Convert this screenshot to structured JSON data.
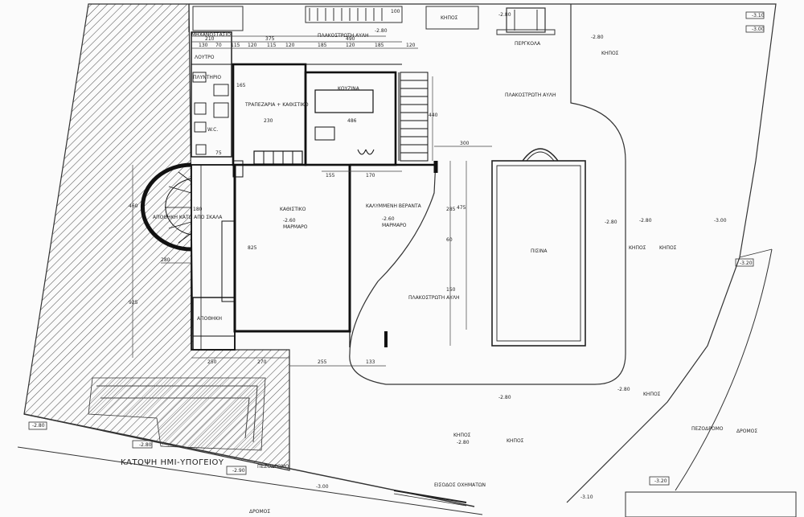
{
  "drawing": {
    "title": "ΚΑΤΟΨΗ ΗΜΙ-ΥΠΟΓΕΙΟΥ",
    "rooms": {
      "kitchen": "ΚΟΥΖΙΝΑ",
      "dining": "ΤΡΑΠΕΖΑΡΙΑ + ΚΑΘΙΣΤΙΚΟ",
      "living": "ΚΑΘΙΣΤΙΚΟ",
      "veranda": "ΚΑΛΥΜΜΕΝΗ ΒΕΡΑΝΤΑ",
      "pool": "ΠΙΣΙΝΑ",
      "storage": "ΑΠΟΘΗΚΗ",
      "wc": "W.C.",
      "bath": "ΛΟΥΤΡΟ",
      "stair_storage": "ΑΠΟΘΗΚΗ ΚΑΤΩ ΑΠΟ ΣΚΑΛΑ",
      "boiler": "ΜΗΧΑΝΟΣΤΑΣΙΟ",
      "laundry": "ΠΛΥΝΤΗΡΙΟ"
    },
    "outdoor": {
      "paved_top": "ΠΛΑΚΟΣΤΡΩΤΗ ΑΥΛΗ",
      "paved_mid": "ΠΛΑΚΟΣΤΡΩΤΗ ΑΥΛΗ",
      "paved_right": "ΠΛΑΚΟΣΤΡΩΤΗ ΑΥΛΗ",
      "garden_1": "ΚΗΠΟΣ",
      "garden_2": "ΚΗΠΟΣ",
      "garden_3": "ΚΗΠΟΣ",
      "garden_4": "ΚΗΠΟΣ",
      "garden_5": "ΚΗΠΟΣ",
      "garden_6": "ΚΗΠΟΣ",
      "garden_7": "ΚΗΠΟΣ",
      "pergola": "ΠΕΡΓΚΟΛΑ",
      "sidewalk_1": "ΠΕΖΟΔΡΟΜΟ",
      "sidewalk_2": "ΠΕΖΟΔΡΟΜΟ",
      "road_1": "ΔΡΟΜΟΣ",
      "road_2": "ΔΡΟΜΟΣ",
      "entrance": "ΕΙΣΟΔΟΣ ΟΧΗΜΑΤΩΝ"
    },
    "levels": {
      "living": "-2.60",
      "living_sub": "ΜΑΡΜΑΡΟ",
      "veranda": "-2.60",
      "veranda_sub": "ΜΑΡΜΑΡΟ",
      "l_top_mid": "-2.80",
      "l_top_left": "-2.80",
      "l_right_top": "-3.10",
      "l_right_top2": "-3.00",
      "l_pool_side": "-2.80",
      "l_garden_a": "-2.80",
      "l_garden_b": "-3.00",
      "l_garden_c": "-3.20",
      "l_bottom_a": "-2.80",
      "l_bottom_b": "-2.80",
      "l_bottom_c": "-2.80",
      "l_bottom_d": "-2.80",
      "l_left_a": "-2.80",
      "l_left_b": "-2.80",
      "l_road_a": "-2.90",
      "l_road_b": "-3.00",
      "l_road_c": "-3.10",
      "l_far_right": "-3.20"
    },
    "dims": {
      "d_top_1": "130",
      "d_top_2": "70",
      "d_top_3": "115",
      "d_top_4": "120",
      "d_top_5": "115",
      "d_top_6": "120",
      "d_top_7": "185",
      "d_top_8": "120",
      "d_top_9": "185",
      "d_top_10": "120",
      "d_375": "375",
      "d_490": "490",
      "d_210": "210",
      "d_100": "100",
      "d_155": "155",
      "d_170": "170",
      "d_300": "300",
      "d_440": "440",
      "d_475": "475",
      "d_285": "285",
      "d_60": "60",
      "d_150": "150",
      "d_255": "255",
      "d_133": "133",
      "d_250": "250",
      "d_270": "270",
      "d_280": "280",
      "d_460": "460",
      "d_925": "925",
      "d_825": "825",
      "d_165": "165",
      "d_180": "180",
      "d_230": "230",
      "d_486": "486",
      "d_75": "75"
    }
  }
}
